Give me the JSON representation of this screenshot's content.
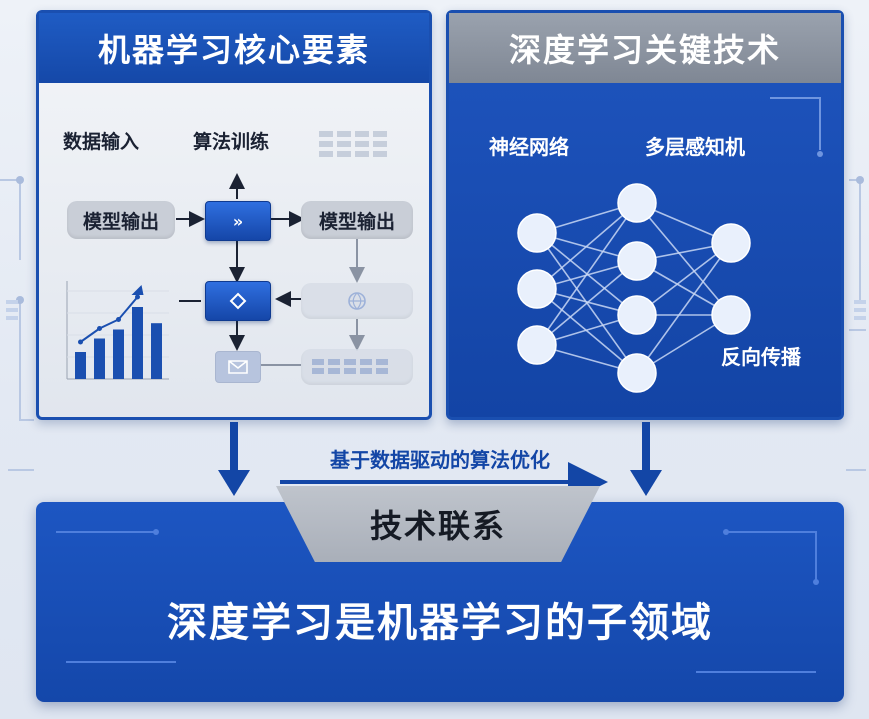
{
  "left_panel": {
    "title": "机器学习核心要素",
    "labels": {
      "data_input": "数据输入",
      "algo_training": "算法训练",
      "model_output_left": "模型输出",
      "model_output_right": "模型输出"
    },
    "mini_chart": {
      "values": [
        0.3,
        0.45,
        0.55,
        0.8,
        0.62
      ]
    }
  },
  "right_panel": {
    "title": "深度学习关键技术",
    "labels": {
      "neural_network": "神经网络",
      "mlp": "多层感知机",
      "backprop": "反向传播"
    },
    "network_layers": [
      3,
      4,
      2
    ]
  },
  "connector": {
    "label": "基于数据驱动的算法优化"
  },
  "bottom": {
    "tab_label": "技术联系",
    "statement": "深度学习是机器学习的子领域"
  },
  "colors": {
    "primary_blue": "#1a4fb0",
    "node_fill": "#e9f0fc",
    "gray": "#9aa2ae"
  }
}
